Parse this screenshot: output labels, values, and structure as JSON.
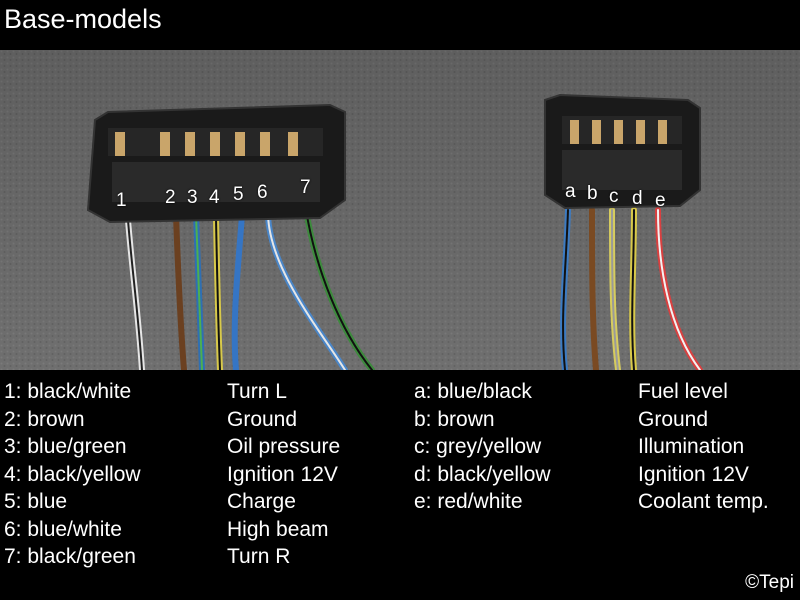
{
  "title": "Base-models",
  "left_connector": {
    "pin_labels": [
      "1",
      "2",
      "3",
      "4",
      "5",
      "6",
      "7"
    ],
    "wires": [
      "1: black/white",
      "2: brown",
      "3: blue/green",
      "4: black/yellow",
      "5: blue",
      "6: blue/white",
      "7: black/green"
    ],
    "functions": [
      "Turn L",
      "Ground",
      "Oil pressure",
      "Ignition 12V",
      "Charge",
      "High beam",
      "Turn R"
    ]
  },
  "right_connector": {
    "pin_labels": [
      "a",
      "b",
      "c",
      "d",
      "e"
    ],
    "wires": [
      "a: blue/black",
      "b: brown",
      "c: grey/yellow",
      "d: black/yellow",
      "e: red/white"
    ],
    "functions": [
      "Fuel level",
      "Ground",
      "Illumination",
      "Ignition 12V",
      "Coolant temp."
    ]
  },
  "colors": {
    "background": "#000000",
    "photo_backdrop": "#6f6f6f",
    "connector_body": "#1a1a1a"
  },
  "copyright": "©Tepi"
}
